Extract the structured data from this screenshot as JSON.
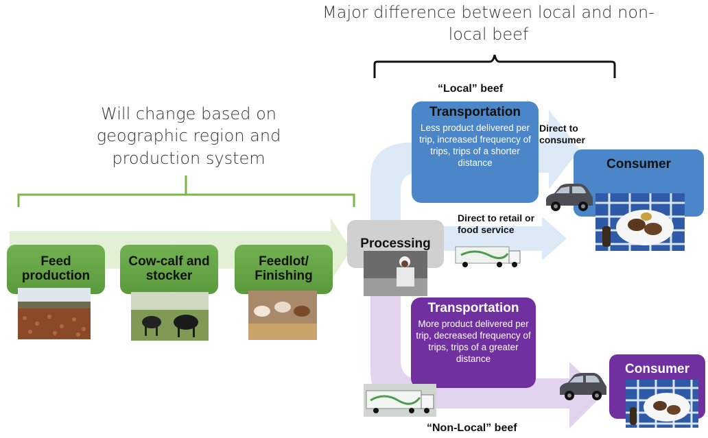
{
  "header": {
    "major_difference": "Major difference between local and non-local beef",
    "will_change": "Will change based on geographic region and production system"
  },
  "stages": {
    "feed": "Feed production",
    "cowcalf": "Cow-calf and stocker",
    "feedlot": "Feedlot/ Finishing",
    "processing": "Processing"
  },
  "local": {
    "label": "“Local” beef",
    "transport_title": "Transportation",
    "transport_desc": "Less product delivered per trip, increased frequency of trips, trips of a shorter distance",
    "direct_consumer": "Direct to consumer",
    "consumer": "Consumer"
  },
  "retail": {
    "label": "Direct to retail or food service"
  },
  "nonlocal": {
    "label": "“Non-Local” beef",
    "transport_title": "Transportation",
    "transport_desc": "More product delivered per trip, decreased frequency of trips, trips of a greater distance",
    "consumer": "Consumer"
  },
  "colors": {
    "green": "#6aa84f",
    "green_line": "#7ab648",
    "blue": "#4a86c8",
    "purple": "#7030a0",
    "gray": "#d0d0d0",
    "light_blue_arrow": "#dce9f6",
    "light_purple_arrow": "#e2d3ee"
  }
}
